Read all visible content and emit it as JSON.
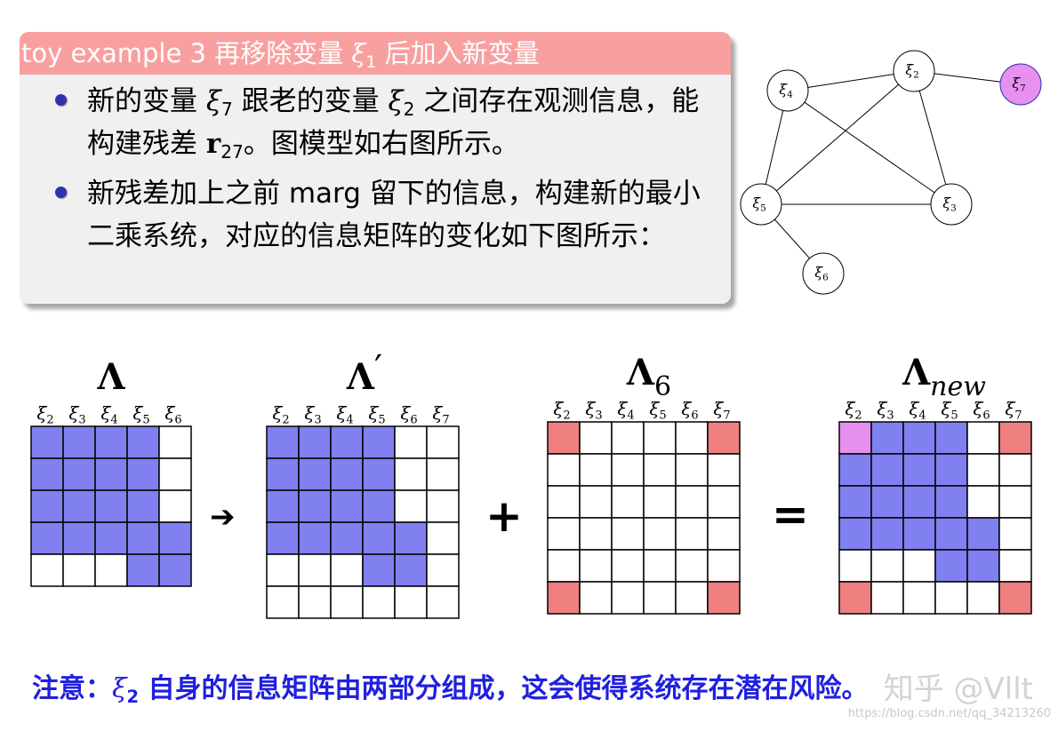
{
  "colors": {
    "title_bar": "#f8a0a0",
    "blue_cell": "#8080f0",
    "red_cell": "#f08080",
    "pink_cell": "#e890f0",
    "bullet": "#3030b0",
    "note": "#2020e0",
    "highlight_node": "#e890f0"
  },
  "title": {
    "prefix": "toy example 3 再移除变量 ",
    "var": "ξ",
    "sub": "1",
    "suffix": " 后加入新变量"
  },
  "bullets": [
    {
      "a": "新的变量 ",
      "v1": "ξ",
      "s1": "7",
      "b": " 跟老的变量 ",
      "v2": "ξ",
      "s2": "2",
      "c": " 之间存在观测信息，能构建残差 ",
      "r": "r",
      "rs": "27",
      "d": "。图模型如右图所示。"
    },
    {
      "text": "新残差加上之前 marg 留下的信息，构建新的最小二乘系统，对应的信息矩阵的变化如下图所示："
    }
  ],
  "graph": {
    "icon": "factor-graph",
    "nodes": [
      {
        "id": "n4",
        "label": "ξ",
        "sub": "4"
      },
      {
        "id": "n2",
        "label": "ξ",
        "sub": "2"
      },
      {
        "id": "n7",
        "label": "ξ",
        "sub": "7"
      },
      {
        "id": "n5",
        "label": "ξ",
        "sub": "5"
      },
      {
        "id": "n3",
        "label": "ξ",
        "sub": "3"
      },
      {
        "id": "n6",
        "label": "ξ",
        "sub": "6"
      }
    ],
    "edges": [
      [
        "n4",
        "n2"
      ],
      [
        "n2",
        "n7"
      ],
      [
        "n4",
        "n5"
      ],
      [
        "n4",
        "n3"
      ],
      [
        "n2",
        "n5"
      ],
      [
        "n2",
        "n3"
      ],
      [
        "n5",
        "n3"
      ],
      [
        "n5",
        "n6"
      ]
    ]
  },
  "matrices": [
    {
      "name": "Λ",
      "sub": "",
      "prime": "",
      "cols": [
        "2",
        "3",
        "4",
        "5",
        "6"
      ],
      "cells": [
        [
          "b",
          "b",
          "b",
          "b",
          "w"
        ],
        [
          "b",
          "b",
          "b",
          "b",
          "w"
        ],
        [
          "b",
          "b",
          "b",
          "b",
          "w"
        ],
        [
          "b",
          "b",
          "b",
          "b",
          "b"
        ],
        [
          "w",
          "w",
          "w",
          "b",
          "b"
        ]
      ]
    },
    {
      "name": "Λ",
      "sub": "",
      "prime": "′",
      "cols": [
        "2",
        "3",
        "4",
        "5",
        "6",
        "7"
      ],
      "cells": [
        [
          "b",
          "b",
          "b",
          "b",
          "w",
          "w"
        ],
        [
          "b",
          "b",
          "b",
          "b",
          "w",
          "w"
        ],
        [
          "b",
          "b",
          "b",
          "b",
          "w",
          "w"
        ],
        [
          "b",
          "b",
          "b",
          "b",
          "b",
          "w"
        ],
        [
          "w",
          "w",
          "w",
          "b",
          "b",
          "w"
        ],
        [
          "w",
          "w",
          "w",
          "w",
          "w",
          "w"
        ]
      ]
    },
    {
      "name": "Λ",
      "sub": "6",
      "prime": "",
      "cols": [
        "2",
        "3",
        "4",
        "5",
        "6",
        "7"
      ],
      "cells": [
        [
          "r",
          "w",
          "w",
          "w",
          "w",
          "r"
        ],
        [
          "w",
          "w",
          "w",
          "w",
          "w",
          "w"
        ],
        [
          "w",
          "w",
          "w",
          "w",
          "w",
          "w"
        ],
        [
          "w",
          "w",
          "w",
          "w",
          "w",
          "w"
        ],
        [
          "w",
          "w",
          "w",
          "w",
          "w",
          "w"
        ],
        [
          "r",
          "w",
          "w",
          "w",
          "w",
          "r"
        ]
      ]
    },
    {
      "name": "Λ",
      "sub": "new",
      "prime": "",
      "cols": [
        "2",
        "3",
        "4",
        "5",
        "6",
        "7"
      ],
      "cells": [
        [
          "p",
          "b",
          "b",
          "b",
          "w",
          "r"
        ],
        [
          "b",
          "b",
          "b",
          "b",
          "w",
          "w"
        ],
        [
          "b",
          "b",
          "b",
          "b",
          "w",
          "w"
        ],
        [
          "b",
          "b",
          "b",
          "b",
          "b",
          "w"
        ],
        [
          "w",
          "w",
          "w",
          "b",
          "b",
          "w"
        ],
        [
          "r",
          "w",
          "w",
          "w",
          "w",
          "r"
        ]
      ]
    }
  ],
  "operators": {
    "arrow": "➔",
    "plus": "+",
    "equals": "="
  },
  "col_var": "ξ",
  "note": {
    "prefix": "注意：",
    "var": "ξ",
    "sub": "2",
    "text": " 自身的信息矩阵由两部分组成，这会使得系统存在潜在风险。"
  },
  "watermark": "知乎 @Vllt",
  "url": "https://blog.csdn.net/qq_34213260"
}
